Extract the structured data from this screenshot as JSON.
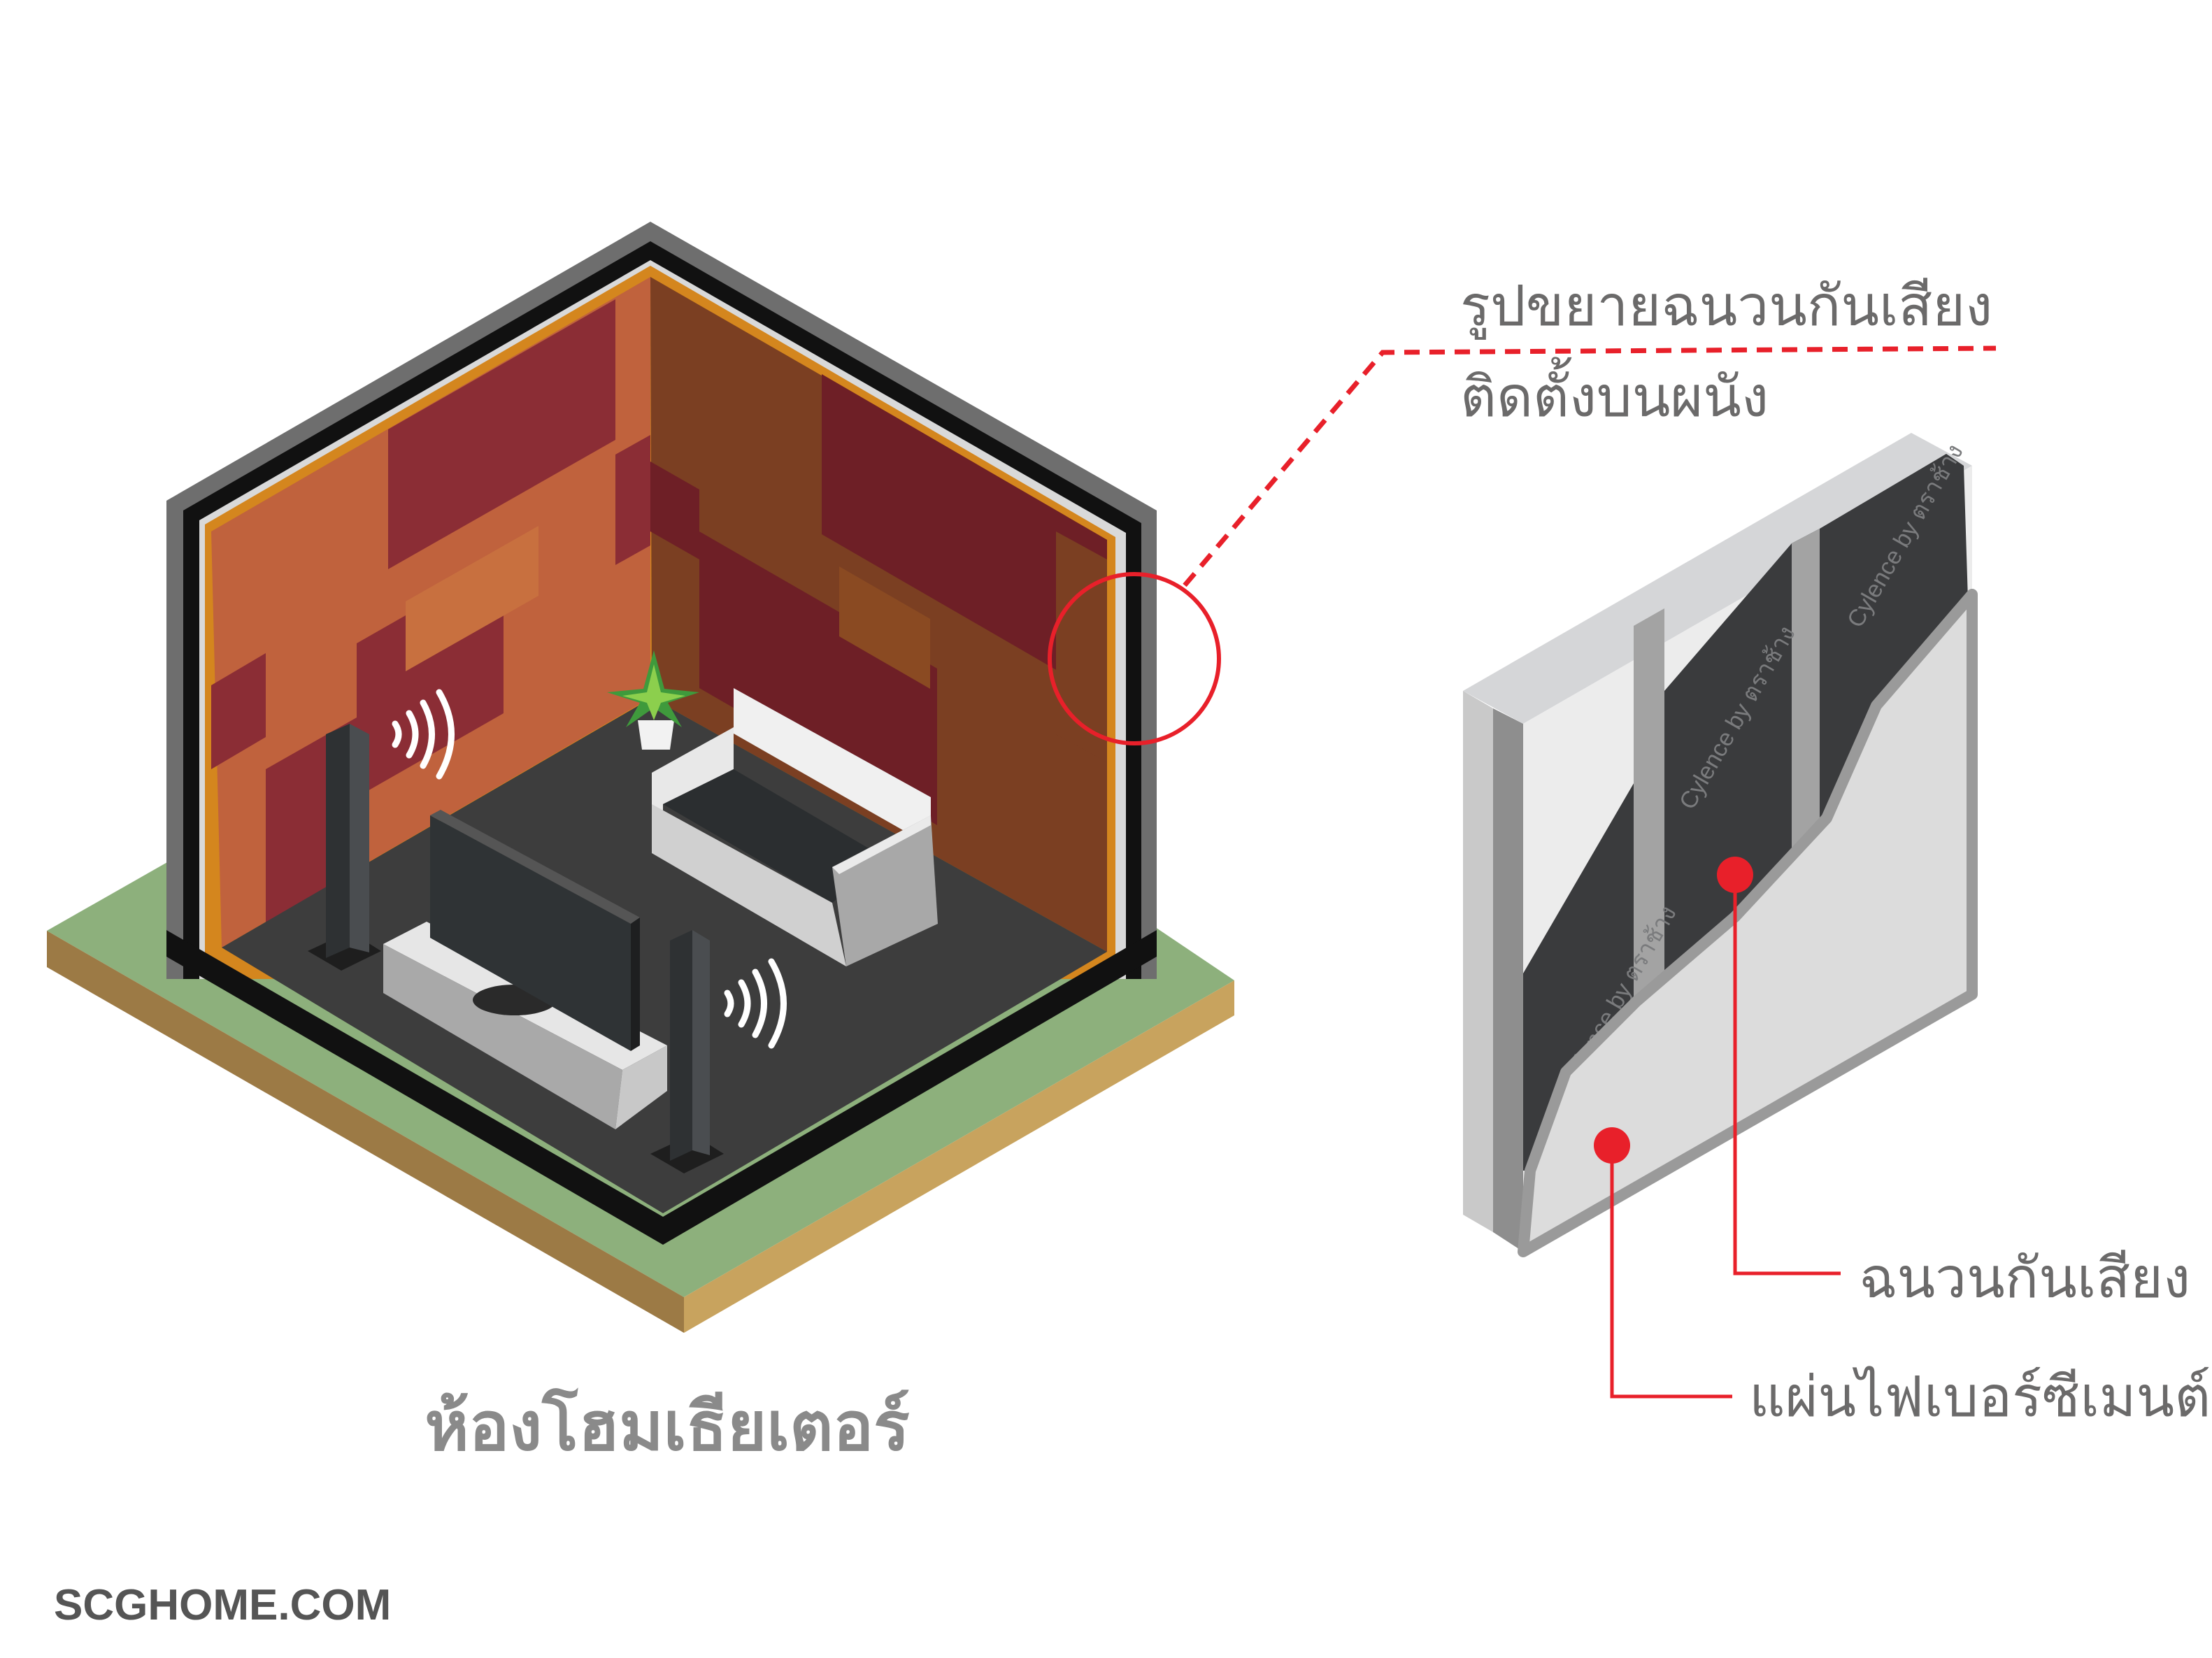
{
  "callout": {
    "title_line1": "รูปขยายฉนวนกันเสียง",
    "title_line2": "ติดตั้งบนผนัง"
  },
  "labels": {
    "insulation": "ฉนวนกันเสียง",
    "fiber_cement_board": "แผ่นไฟเบอร์ซีเมนต์"
  },
  "room_caption": "ห้องโฮมเธียเตอร์",
  "footer": "SCGHOME.COM",
  "insulation_logo": "Cylence by ตราช้าง",
  "colors": {
    "accent_red": "#e8202a",
    "text_gray": "#6b6a6a",
    "floor": "#3d3d3d",
    "grass": "#8db07c",
    "wall_orange": "#c0623d",
    "wall_maroon": "#8b2d35",
    "insulation": "#3a3b3d"
  }
}
